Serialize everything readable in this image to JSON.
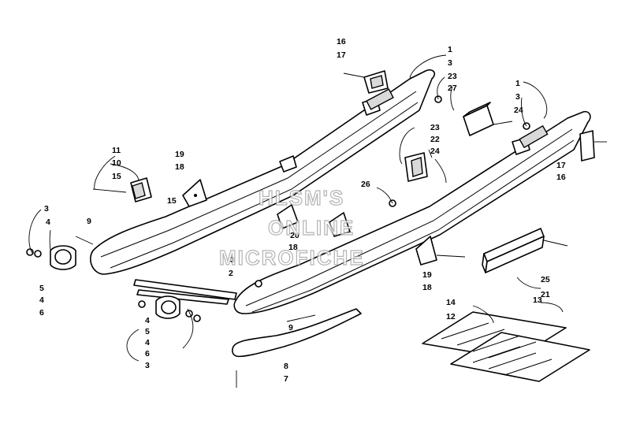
{
  "diagram": {
    "callouts": [
      {
        "id": "c16a",
        "text": "16"
      },
      {
        "id": "c17a",
        "text": "17"
      },
      {
        "id": "c1a",
        "text": "1"
      },
      {
        "id": "c3a",
        "text": "3"
      },
      {
        "id": "c23a",
        "text": "23"
      },
      {
        "id": "c27",
        "text": "27"
      },
      {
        "id": "c1b",
        "text": "1"
      },
      {
        "id": "c3b",
        "text": "3"
      },
      {
        "id": "c24a",
        "text": "24"
      },
      {
        "id": "c23b",
        "text": "23"
      },
      {
        "id": "c22",
        "text": "22"
      },
      {
        "id": "c24b",
        "text": "24"
      },
      {
        "id": "c17b",
        "text": "17"
      },
      {
        "id": "c16b",
        "text": "16"
      },
      {
        "id": "c11",
        "text": "11"
      },
      {
        "id": "c10",
        "text": "10"
      },
      {
        "id": "c15a",
        "text": "15"
      },
      {
        "id": "c15b",
        "text": "15"
      },
      {
        "id": "c19a",
        "text": "19"
      },
      {
        "id": "c18a",
        "text": "18"
      },
      {
        "id": "c26",
        "text": "26"
      },
      {
        "id": "c3c",
        "text": "3"
      },
      {
        "id": "c4a",
        "text": "4"
      },
      {
        "id": "c9a",
        "text": "9"
      },
      {
        "id": "c20",
        "text": "20"
      },
      {
        "id": "c18b",
        "text": "18"
      },
      {
        "id": "c3d",
        "text": "3"
      },
      {
        "id": "c2",
        "text": "2"
      },
      {
        "id": "c5a",
        "text": "5"
      },
      {
        "id": "c4b",
        "text": "4"
      },
      {
        "id": "c6a",
        "text": "6"
      },
      {
        "id": "c19b",
        "text": "19"
      },
      {
        "id": "c18c",
        "text": "18"
      },
      {
        "id": "c25",
        "text": "25"
      },
      {
        "id": "c21",
        "text": "21"
      },
      {
        "id": "c4c",
        "text": "4"
      },
      {
        "id": "c5b",
        "text": "5"
      },
      {
        "id": "c4d",
        "text": "4"
      },
      {
        "id": "c6b",
        "text": "6"
      },
      {
        "id": "c3e",
        "text": "3"
      },
      {
        "id": "c9b",
        "text": "9"
      },
      {
        "id": "c8",
        "text": "8"
      },
      {
        "id": "c7",
        "text": "7"
      },
      {
        "id": "c14",
        "text": "14"
      },
      {
        "id": "c13",
        "text": "13"
      },
      {
        "id": "c12",
        "text": "12"
      }
    ],
    "watermark": [
      "HLSM'S",
      "ONLINE",
      "MICROFICHE"
    ]
  }
}
